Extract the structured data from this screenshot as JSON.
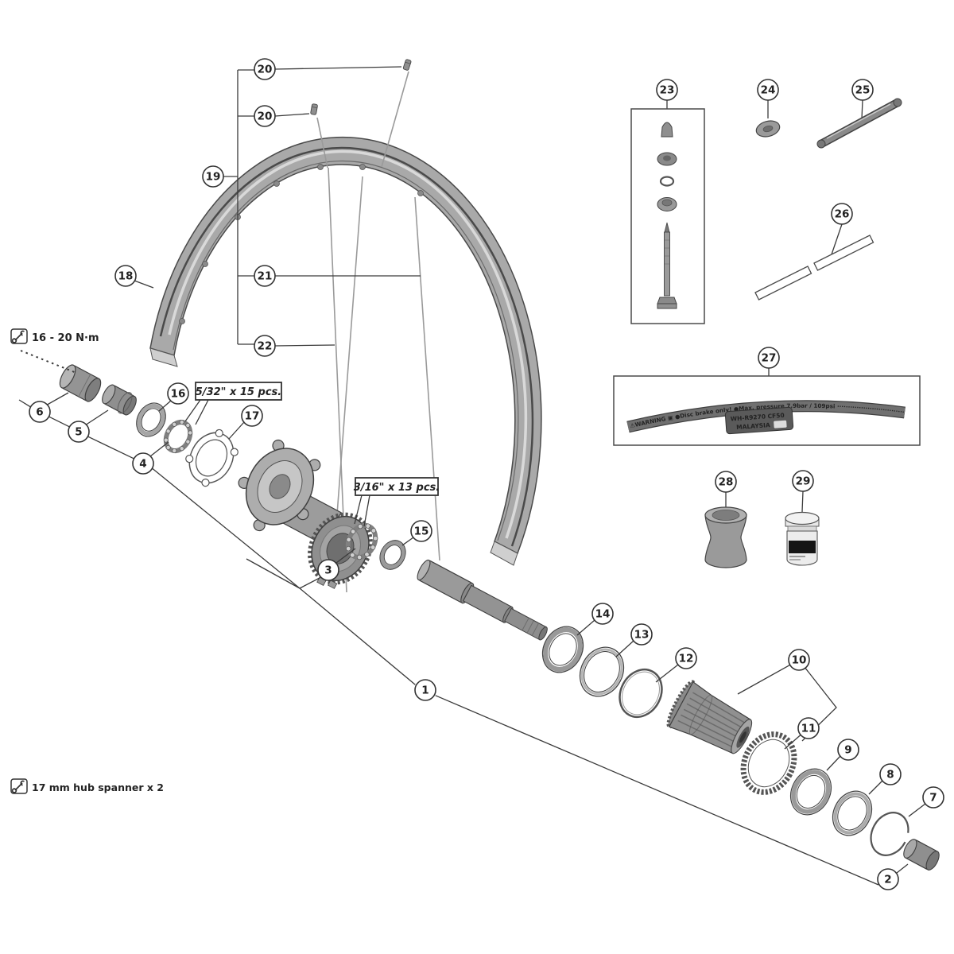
{
  "callouts": [
    "20",
    "20",
    "19",
    "21",
    "22",
    "18",
    "6",
    "5",
    "4",
    "16",
    "17",
    "3",
    "15",
    "1",
    "14",
    "13",
    "12",
    "10",
    "11",
    "9",
    "8",
    "7",
    "2",
    "23",
    "24",
    "25",
    "26",
    "27",
    "28",
    "29"
  ],
  "notes": {
    "torque": "16 - 20 N·m",
    "spanner": "17 mm hub spanner x 2",
    "balls_front": "5/32\" x 15 pcs.",
    "balls_rear": "3/16\" x 13 pcs."
  },
  "warning_label": {
    "band_text": "⚠WARNING  ▣  ●Disc brake only!  ●Max. pressure 7.9bar / 109psi  ·······································",
    "plate_line1": "WH-R9270 CF50",
    "plate_line2": "MALAYSIA"
  },
  "icons": {
    "torque_note": "torque-wrench",
    "spanner_note": "wrench"
  }
}
